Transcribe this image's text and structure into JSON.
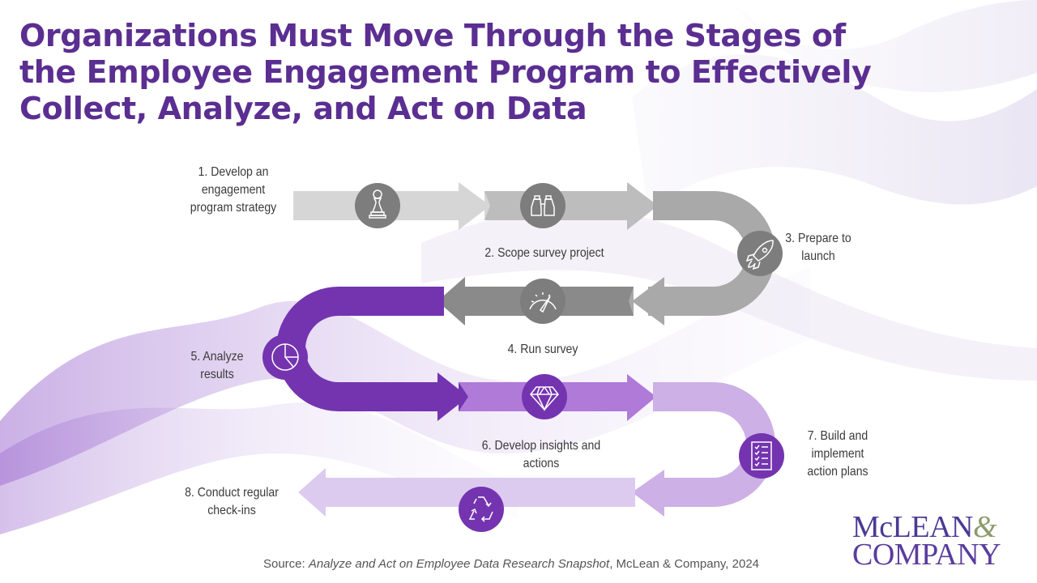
{
  "title": {
    "lines": [
      "Organizations Must Move Through the Stages of",
      "the Employee Engagement Program to Effectively",
      "Collect, Analyze, and Act on Data"
    ]
  },
  "colors": {
    "title": "#5b2e91",
    "stage1_bar": "#d6d6d6",
    "stage2_bar": "#bdbdbd",
    "stage3_bar": "#a9a9a9",
    "stage4_bar": "#8a8a8a",
    "icon_gray": "#7d7d7d",
    "stage5_bar": "#7434b0",
    "stage6_bar": "#b07ad8",
    "stage7_bar": "#cdb0e6",
    "stage8_bar": "#dccbef",
    "icon_purple": "#7434b0"
  },
  "stages": [
    {
      "number": 1,
      "lines": [
        "1. Develop an",
        "engagement",
        "program strategy"
      ],
      "icon": "chess-pawn-icon"
    },
    {
      "number": 2,
      "lines": [
        "2. Scope survey project"
      ],
      "icon": "binoculars-icon"
    },
    {
      "number": 3,
      "lines": [
        "3. Prepare to",
        "launch"
      ],
      "icon": "rocket-icon"
    },
    {
      "number": 4,
      "lines": [
        "4. Run survey"
      ],
      "icon": "speedometer-icon"
    },
    {
      "number": 5,
      "lines": [
        "5. Analyze",
        "results"
      ],
      "icon": "pie-chart-icon"
    },
    {
      "number": 6,
      "lines": [
        "6. Develop insights and",
        "actions"
      ],
      "icon": "diamond-icon"
    },
    {
      "number": 7,
      "lines": [
        "7. Build and",
        "implement",
        "action plans"
      ],
      "icon": "checklist-icon"
    },
    {
      "number": 8,
      "lines": [
        "8. Conduct regular",
        "check-ins"
      ],
      "icon": "recycle-icon"
    }
  ],
  "source": {
    "prefix": "Source: ",
    "title": "Analyze and Act on Employee Data Research Snapshot",
    "suffix": ", McLean & Company, 2024"
  },
  "logo": {
    "line1": "McLEAN",
    "ampersand": "&",
    "line2": "COMPANY"
  }
}
